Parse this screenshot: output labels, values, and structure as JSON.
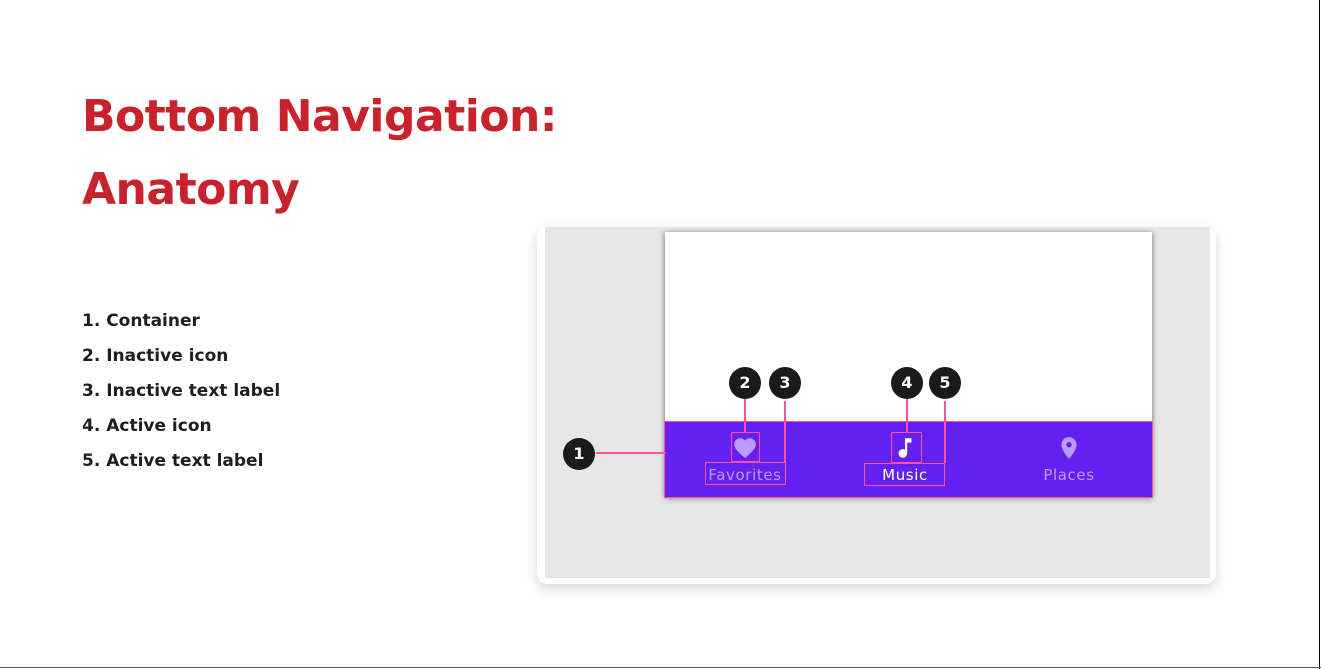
{
  "title": {
    "line1": "Bottom Navigation:",
    "line2": "Anatomy"
  },
  "legend": [
    "1. Container",
    "2. Inactive icon",
    "3. Inactive text label",
    "4. Active icon",
    "5. Active text label"
  ],
  "illustration": {
    "nav_items": [
      {
        "label": "Favorites",
        "icon": "heart-icon",
        "state": "inactive"
      },
      {
        "label": "Music",
        "icon": "music-note-icon",
        "state": "active"
      },
      {
        "label": "Places",
        "icon": "map-pin-icon",
        "state": "inactive"
      }
    ],
    "markers": [
      "1",
      "2",
      "3",
      "4",
      "5"
    ]
  },
  "colors": {
    "title": "#c8232c",
    "nav_bar": "#6320ee",
    "annotation": "#ff4fa3",
    "marker": "#1a1a1a",
    "inactive": "#b89cff",
    "active": "#ffffff"
  }
}
